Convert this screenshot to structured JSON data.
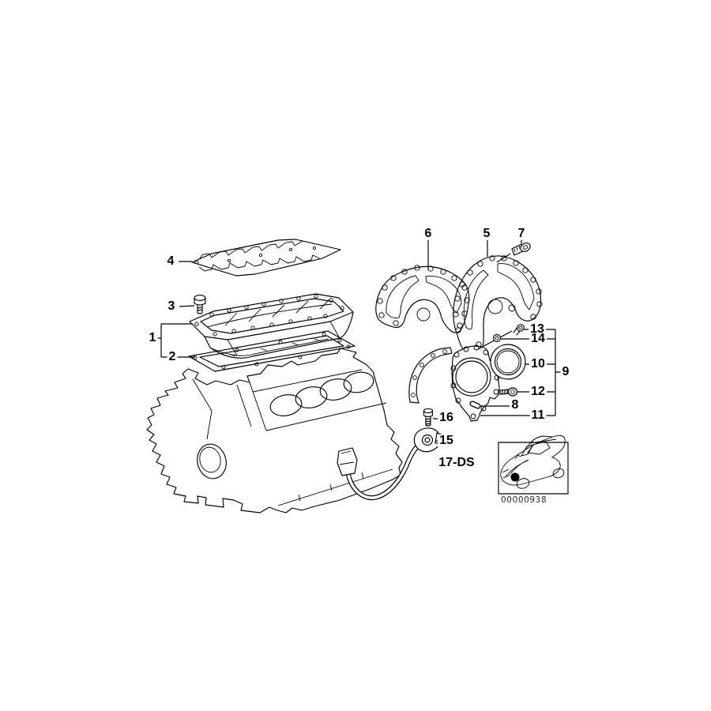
{
  "figure": {
    "code": "00000938",
    "section_label": "17-DS",
    "background_color": "#ffffff",
    "line_color": "#000000",
    "label_color": "#000000"
  },
  "callouts": [
    {
      "id": "1",
      "text": "1"
    },
    {
      "id": "2",
      "text": "2"
    },
    {
      "id": "3",
      "text": "3"
    },
    {
      "id": "4",
      "text": "4"
    },
    {
      "id": "5",
      "text": "5"
    },
    {
      "id": "6",
      "text": "6"
    },
    {
      "id": "7",
      "text": "7"
    },
    {
      "id": "8",
      "text": "8"
    },
    {
      "id": "9",
      "text": "9"
    },
    {
      "id": "10",
      "text": "10"
    },
    {
      "id": "11",
      "text": "11"
    },
    {
      "id": "12",
      "text": "12"
    },
    {
      "id": "13",
      "text": "13"
    },
    {
      "id": "14",
      "text": "14"
    },
    {
      "id": "15",
      "text": "15"
    },
    {
      "id": "16",
      "text": "16"
    }
  ]
}
